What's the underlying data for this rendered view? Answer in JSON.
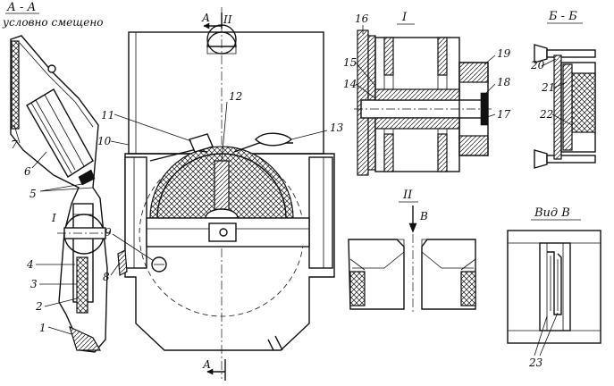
{
  "section_aa": {
    "title": "А - А",
    "note": "условно смещено"
  },
  "section_bb": {
    "title": "Б - Б"
  },
  "detail_1": {
    "title": "I"
  },
  "detail_2": {
    "title": "II"
  },
  "view_v": {
    "title": "Вид В"
  },
  "markers": {
    "cut_a_top": "А",
    "cut_a_bottom": "А",
    "callout_2": "II",
    "callout_1": "I",
    "view_arrow": "В"
  },
  "labels": {
    "l1": "1",
    "l2": "2",
    "l3": "3",
    "l4": "4",
    "l5": "5",
    "l6": "6",
    "l7": "7",
    "l8": "8",
    "l9": "9",
    "l10": "10",
    "l11": "11",
    "l12": "12",
    "l13": "13",
    "l14": "14",
    "l15": "15",
    "l16": "16",
    "l17": "17",
    "l18": "18",
    "l19": "19",
    "l20": "20",
    "l21": "21",
    "l22": "22",
    "l23": "23"
  }
}
